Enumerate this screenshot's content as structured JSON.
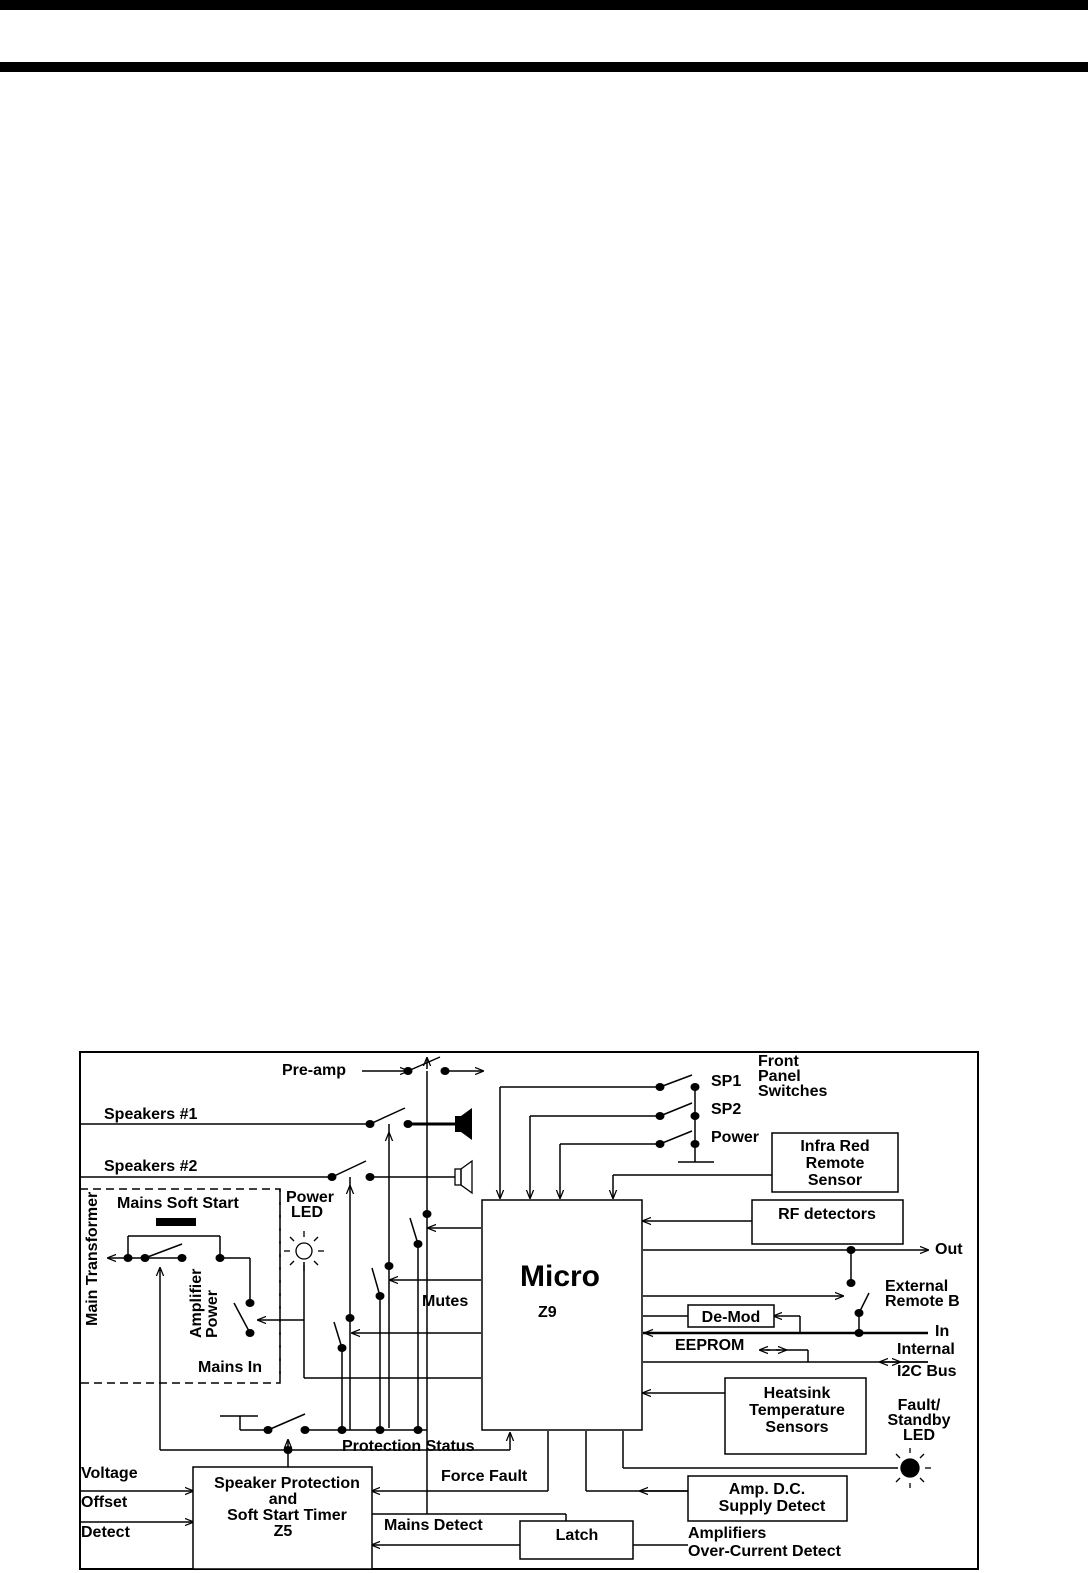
{
  "labels": {
    "preamp": "Pre-amp",
    "speakers1": "Speakers #1",
    "speakers2": "Speakers #2",
    "front_panel_1": "Front",
    "front_panel_2": "Panel",
    "front_panel_3": "Switches",
    "sp1": "SP1",
    "sp2": "SP2",
    "power_switch": "Power",
    "infra_red_1": "Infra Red",
    "infra_red_2": "Remote",
    "infra_red_3": "Sensor",
    "main_transformer": "Main Transformer",
    "mains_soft_start": "Mains Soft Start",
    "power_led_1": "Power",
    "power_led_2": "LED",
    "amplifier_power_1": "Amplifier",
    "amplifier_power_2": "Power",
    "mains_in": "Mains In",
    "mutes": "Mutes",
    "micro": "Micro",
    "micro_id": "Z9",
    "rf_detectors": "RF detectors",
    "out": "Out",
    "external_remote_1": "External",
    "external_remote_2": "Remote B",
    "de_mod": "De-Mod",
    "in": "In",
    "eeprom": "EEPROM",
    "internal": "Internal",
    "i2c_bus": "I2C Bus",
    "heatsink_1": "Heatsink",
    "heatsink_2": "Temperature",
    "heatsink_3": "Sensors",
    "fault_led_1": "Fault/",
    "fault_led_2": "Standby",
    "fault_led_3": "LED",
    "protection_status": "Protection Status",
    "force_fault": "Force Fault",
    "voltage": "Voltage",
    "offset": "Offset",
    "detect": "Detect",
    "speaker_protection_1": "Speaker Protection",
    "speaker_protection_2": "and",
    "speaker_protection_3": "Soft Start Timer",
    "speaker_protection_4": "Z5",
    "mains_detect": "Mains Detect",
    "latch": "Latch",
    "amp_dc_1": "Amp. D.C.",
    "amp_dc_2": "Supply Detect",
    "amplifiers_1": "Amplifiers",
    "amplifiers_2": "Over-Current Detect"
  }
}
